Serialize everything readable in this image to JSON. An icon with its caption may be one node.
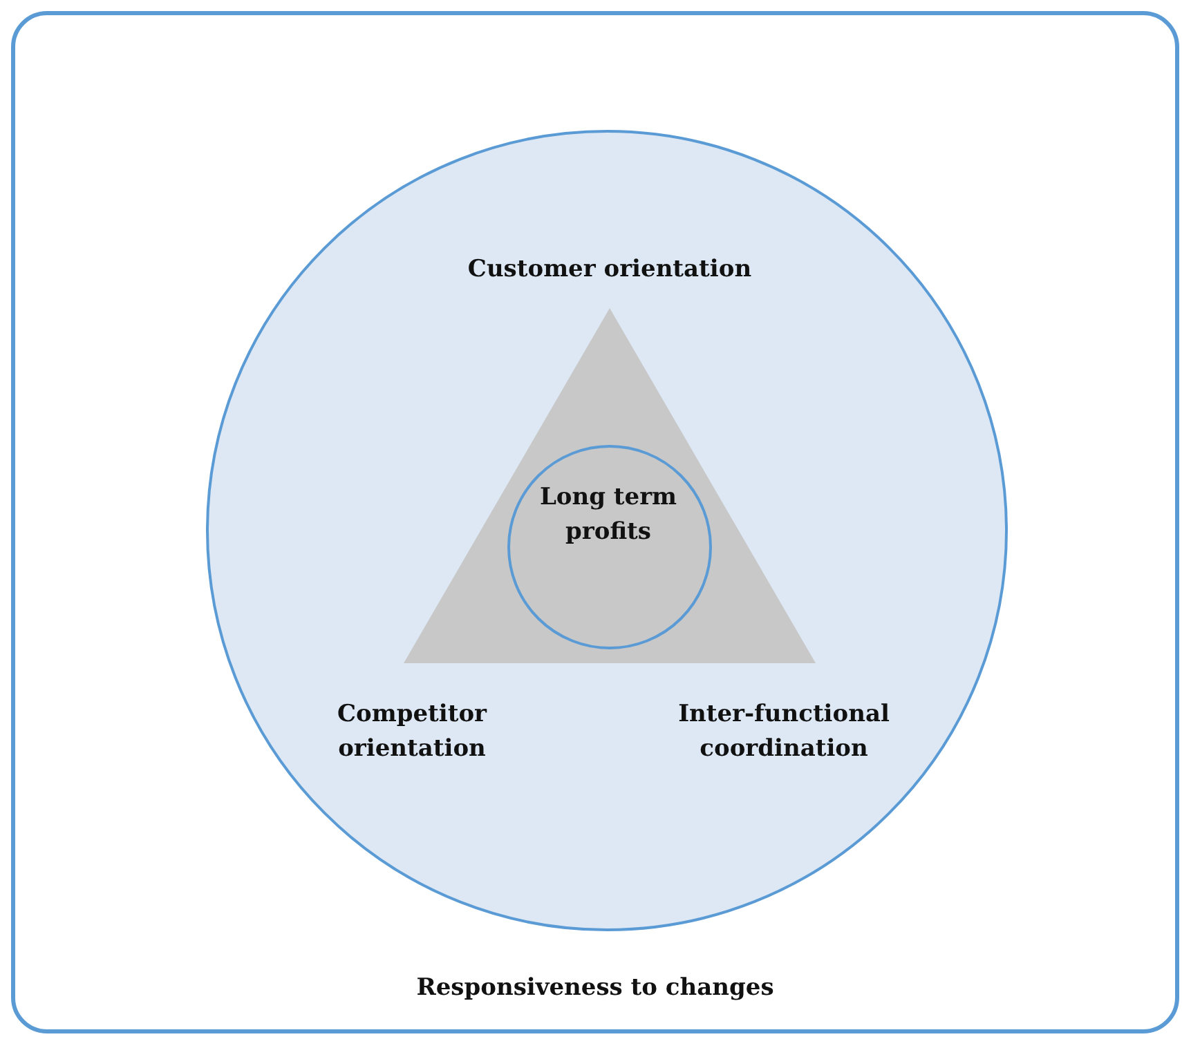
{
  "diagram": {
    "nodes": [
      {
        "text": [
          "Responsiveness to changes"
        ]
      },
      {
        "text": [],
        "shape": "circle",
        "in": 0
      },
      {
        "text": [],
        "shape": "triangle",
        "in": 1,
        "beside": [
          "Customer orientation",
          "Competitor orientation",
          "Inter-functional coordination"
        ]
      },
      {
        "text": [
          "Long term profits"
        ],
        "in": 2
      }
    ],
    "edges": []
  }
}
